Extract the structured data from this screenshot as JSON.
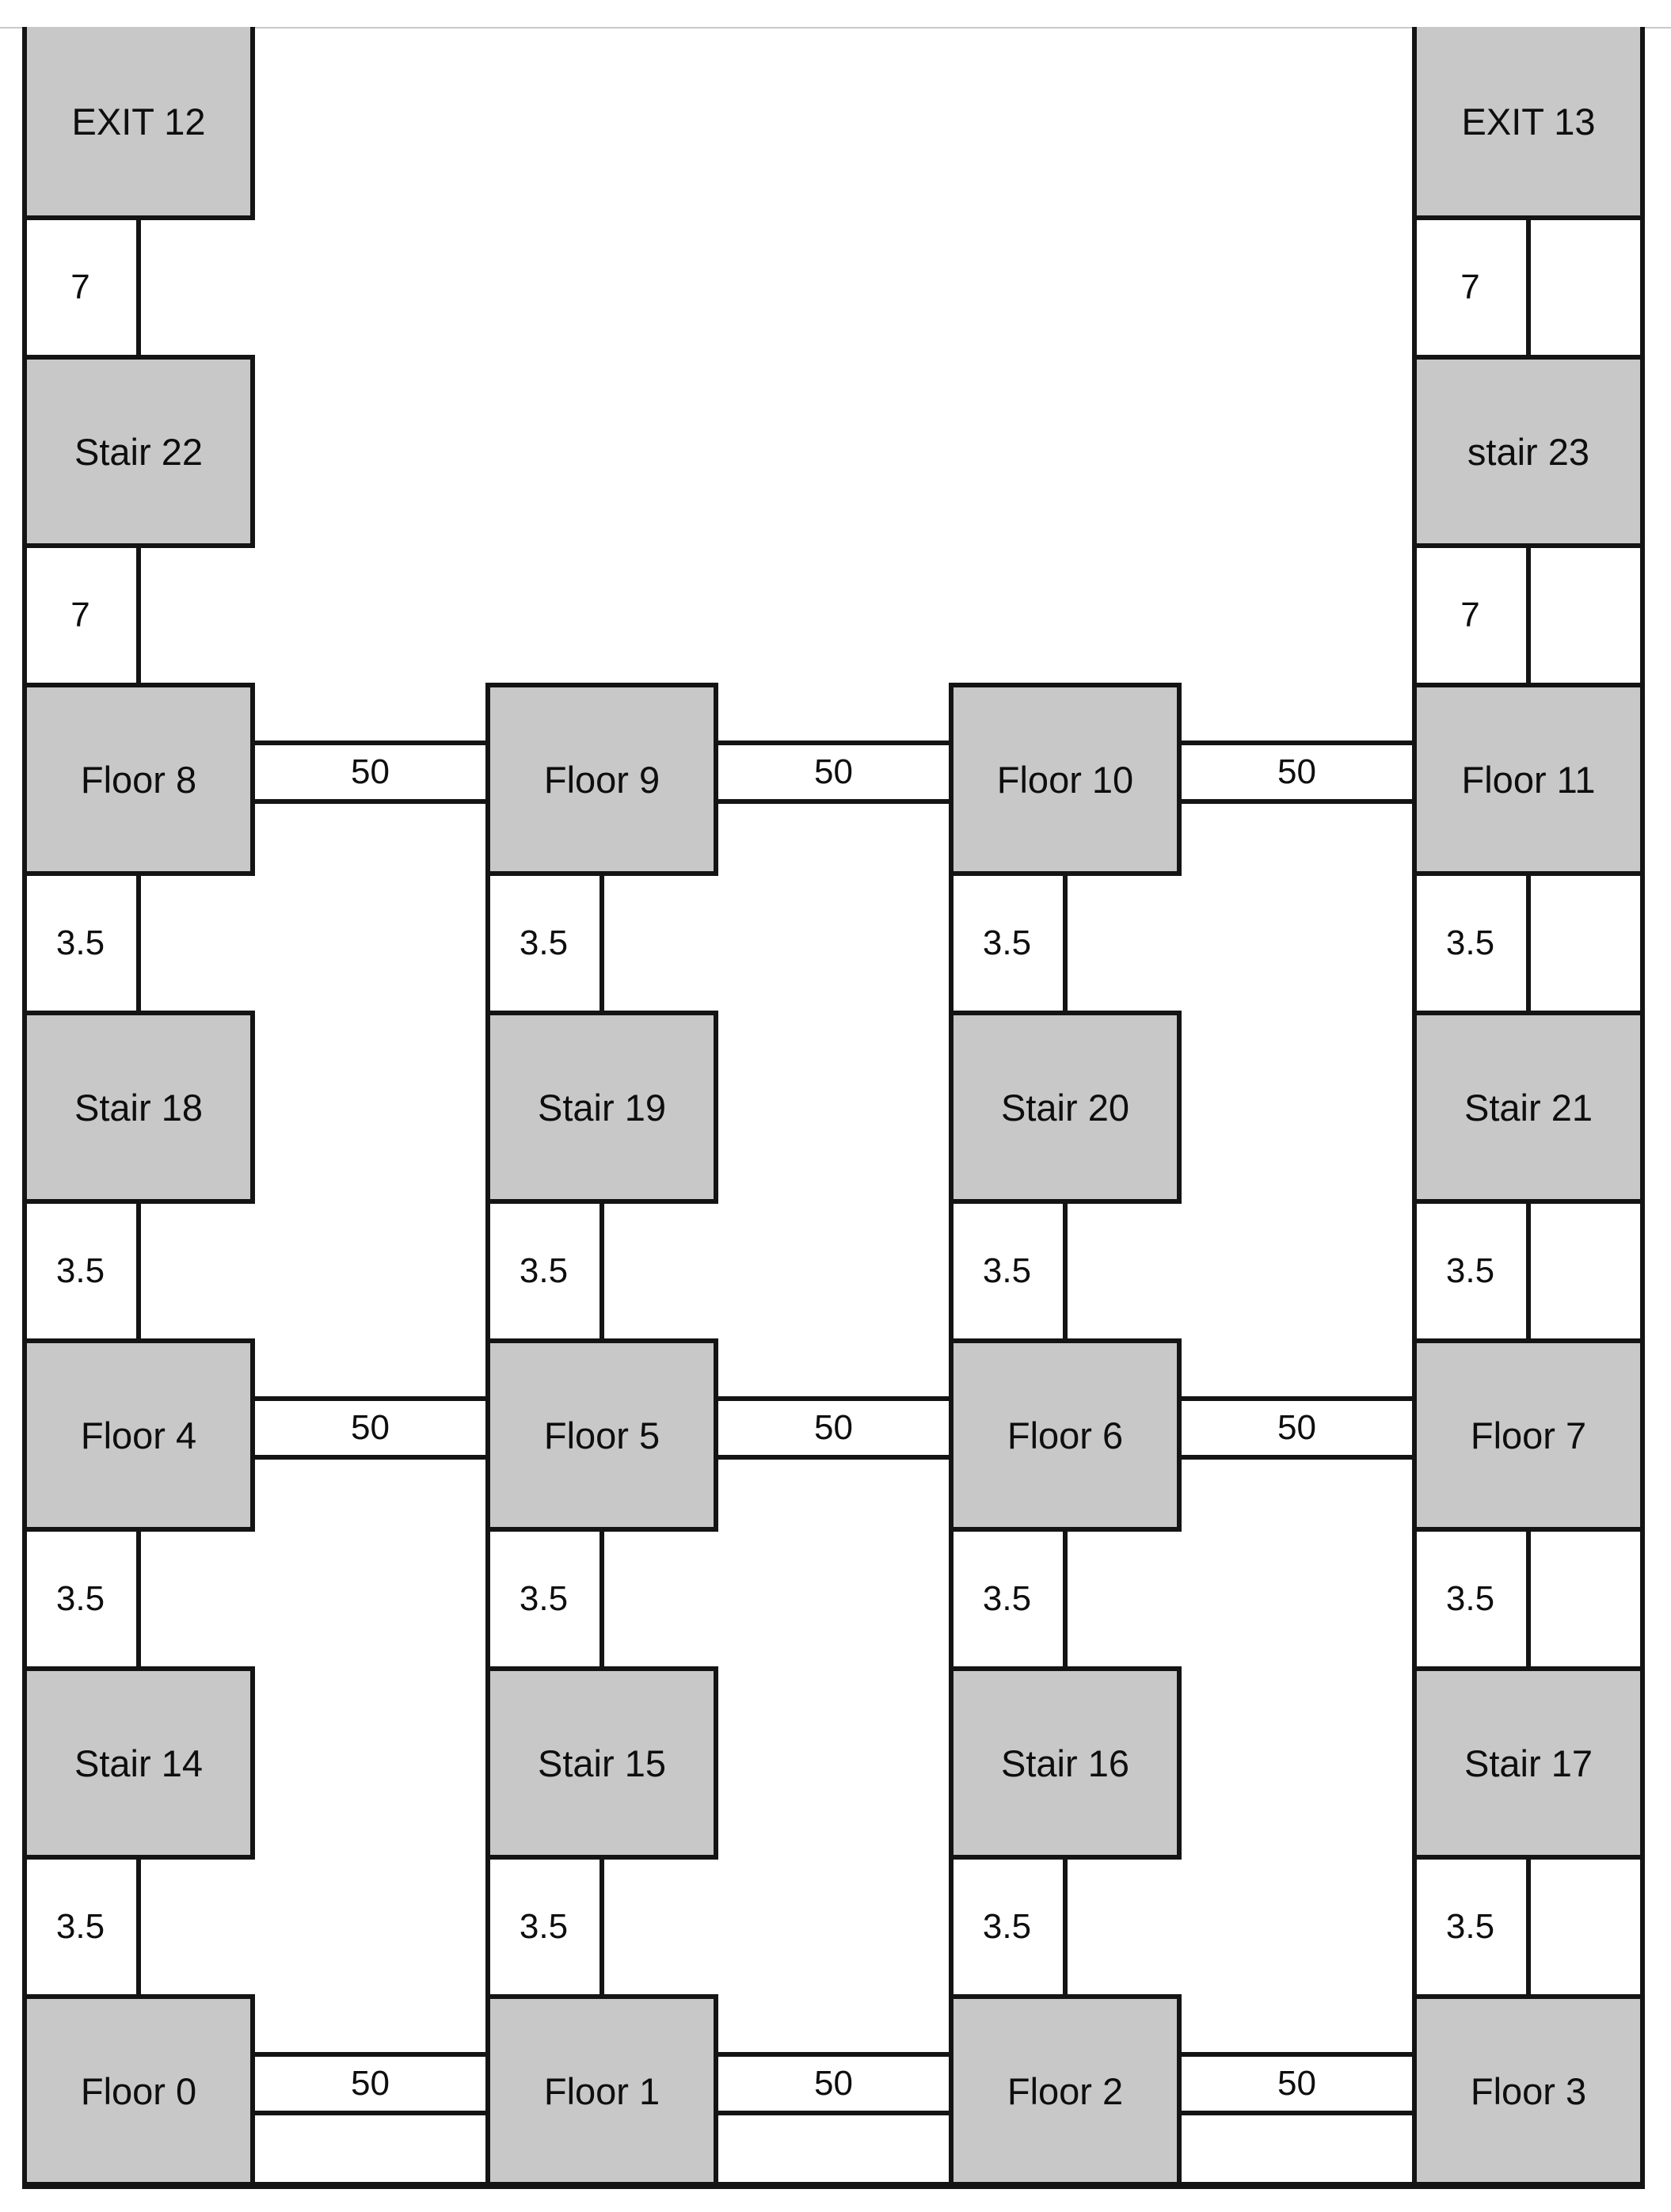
{
  "diagram": {
    "description": "Building evacuation graph: floor, stair and exit nodes connected by weighted edges",
    "colors": {
      "background": "#ffffff",
      "node_fill": "#c8c8c8",
      "line": "#141414",
      "top_hairline": "#c9c9c9",
      "text": "#0e0e0e"
    }
  },
  "nodes": [
    {
      "label": "EXIT 12",
      "type": "exit"
    },
    {
      "label": "Stair 22",
      "type": "stair"
    },
    {
      "label": "Floor 8",
      "type": "floor"
    },
    {
      "label": "Stair 18",
      "type": "stair"
    },
    {
      "label": "Floor 4",
      "type": "floor"
    },
    {
      "label": "Stair 14",
      "type": "stair"
    },
    {
      "label": "Floor 0",
      "type": "floor"
    },
    {
      "label": "Floor 9",
      "type": "floor"
    },
    {
      "label": "Stair 19",
      "type": "stair"
    },
    {
      "label": "Floor 5",
      "type": "floor"
    },
    {
      "label": "Stair 15",
      "type": "stair"
    },
    {
      "label": "Floor 1",
      "type": "floor"
    },
    {
      "label": "Floor 10",
      "type": "floor"
    },
    {
      "label": "Stair 20",
      "type": "stair"
    },
    {
      "label": "Floor 6",
      "type": "floor"
    },
    {
      "label": "Stair 16",
      "type": "stair"
    },
    {
      "label": "Floor 2",
      "type": "floor"
    },
    {
      "label": "EXIT 13",
      "type": "exit"
    },
    {
      "label": "stair 23",
      "type": "stair"
    },
    {
      "label": "Floor 11",
      "type": "floor"
    },
    {
      "label": "Stair 21",
      "type": "stair"
    },
    {
      "label": "Floor 7",
      "type": "floor"
    },
    {
      "label": "Stair 17",
      "type": "stair"
    },
    {
      "label": "Floor 3",
      "type": "floor"
    }
  ],
  "vertical_edges": [
    {
      "from": "EXIT 12",
      "to": "Stair 22",
      "label": "7"
    },
    {
      "from": "Stair 22",
      "to": "Floor 8",
      "label": "7"
    },
    {
      "from": "Floor 8",
      "to": "Stair 18",
      "label": "3.5"
    },
    {
      "from": "Stair 18",
      "to": "Floor 4",
      "label": "3.5"
    },
    {
      "from": "Floor 4",
      "to": "Stair 14",
      "label": "3.5"
    },
    {
      "from": "Stair 14",
      "to": "Floor 0",
      "label": "3.5"
    },
    {
      "from": "Floor 9",
      "to": "Stair 19",
      "label": "3.5"
    },
    {
      "from": "Stair 19",
      "to": "Floor 5",
      "label": "3.5"
    },
    {
      "from": "Floor 5",
      "to": "Stair 15",
      "label": "3.5"
    },
    {
      "from": "Stair 15",
      "to": "Floor 1",
      "label": "3.5"
    },
    {
      "from": "Floor 10",
      "to": "Stair 20",
      "label": "3.5"
    },
    {
      "from": "Stair 20",
      "to": "Floor 6",
      "label": "3.5"
    },
    {
      "from": "Floor 6",
      "to": "Stair 16",
      "label": "3.5"
    },
    {
      "from": "Stair 16",
      "to": "Floor 2",
      "label": "3.5"
    },
    {
      "from": "EXIT 13",
      "to": "stair 23",
      "label": "7"
    },
    {
      "from": "stair 23",
      "to": "Floor 11",
      "label": "7"
    },
    {
      "from": "Floor 11",
      "to": "Stair 21",
      "label": "3.5"
    },
    {
      "from": "Stair 21",
      "to": "Floor 7",
      "label": "3.5"
    },
    {
      "from": "Floor 7",
      "to": "Stair 17",
      "label": "3.5"
    },
    {
      "from": "Stair 17",
      "to": "Floor 3",
      "label": "3.5"
    }
  ],
  "horizontal_edges": [
    {
      "from": "Floor 8",
      "to": "Floor 9",
      "label": "50"
    },
    {
      "from": "Floor 9",
      "to": "Floor 10",
      "label": "50"
    },
    {
      "from": "Floor 10",
      "to": "Floor 11",
      "label": "50"
    },
    {
      "from": "Floor 4",
      "to": "Floor 5",
      "label": "50"
    },
    {
      "from": "Floor 5",
      "to": "Floor 6",
      "label": "50"
    },
    {
      "from": "Floor 6",
      "to": "Floor 7",
      "label": "50"
    },
    {
      "from": "Floor 0",
      "to": "Floor 1",
      "label": "50"
    },
    {
      "from": "Floor 1",
      "to": "Floor 2",
      "label": "50"
    },
    {
      "from": "Floor 2",
      "to": "Floor 3",
      "label": "50"
    }
  ]
}
